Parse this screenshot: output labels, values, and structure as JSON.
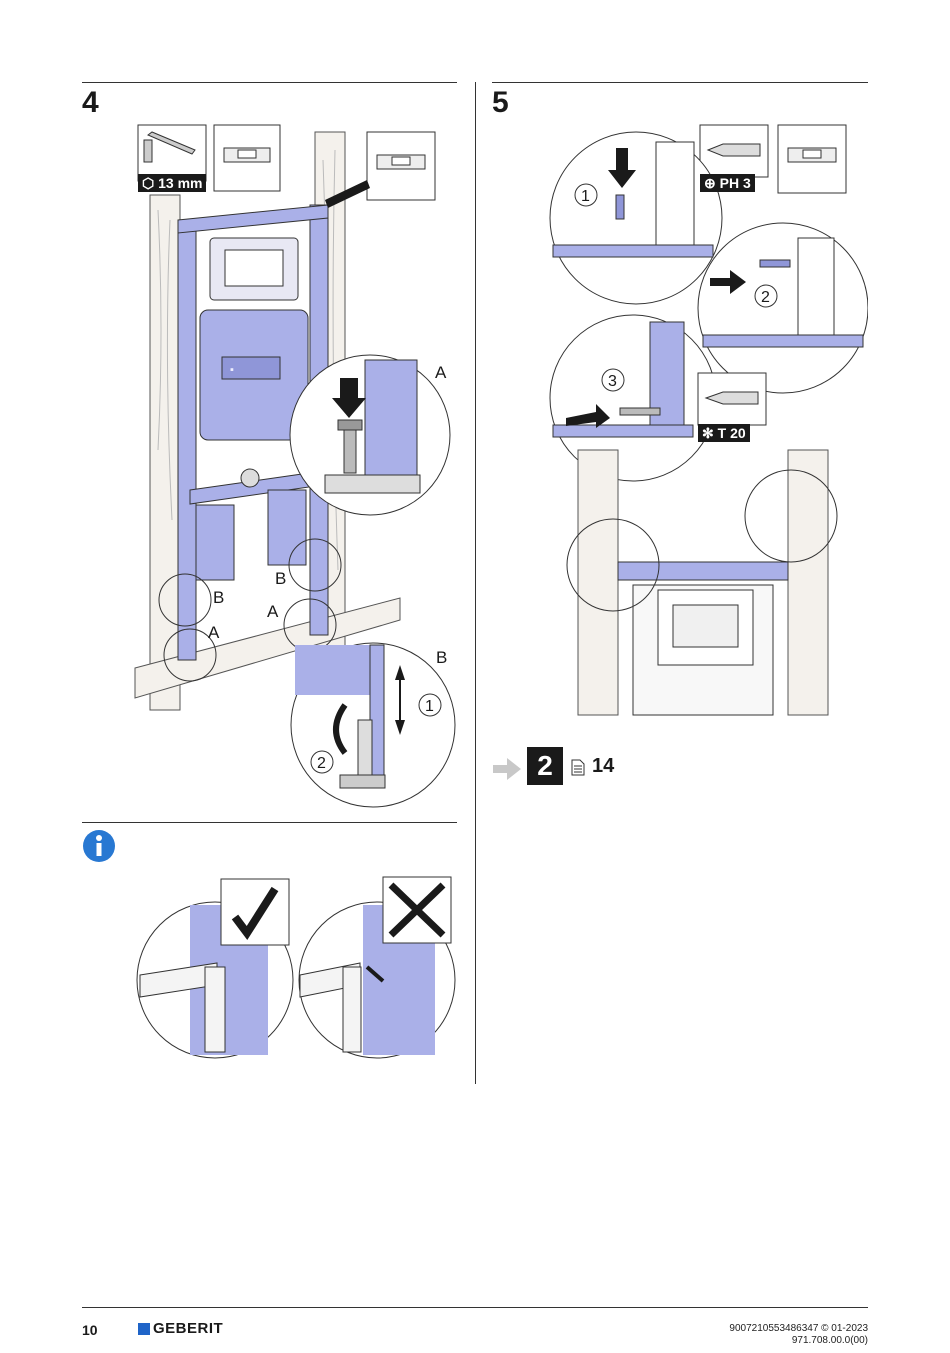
{
  "steps": {
    "step4": {
      "number": "4",
      "tool_label": "13 mm",
      "callouts": {
        "a": "A",
        "b": "B"
      },
      "substeps": {
        "one": "1",
        "two": "2"
      }
    },
    "step5": {
      "number": "5",
      "tool1_label": "PH 3",
      "tool2_label": "T 20",
      "substeps": {
        "one": "1",
        "two": "2",
        "three": "3"
      },
      "reference": {
        "step": "2",
        "page": "14"
      }
    },
    "info": {
      "icon": "info-icon"
    }
  },
  "footer": {
    "page_number": "10",
    "brand": "GEBERIT",
    "doc_id": "9007210553486347 © 01-2023",
    "doc_code": "971.708.00.0(00)"
  },
  "colors": {
    "frame_blue": "#aab0e8",
    "dark": "#1a1a1a",
    "wood": "#f4f1ec",
    "brand_blue": "#1f64c8",
    "info_blue": "#2878d2"
  }
}
